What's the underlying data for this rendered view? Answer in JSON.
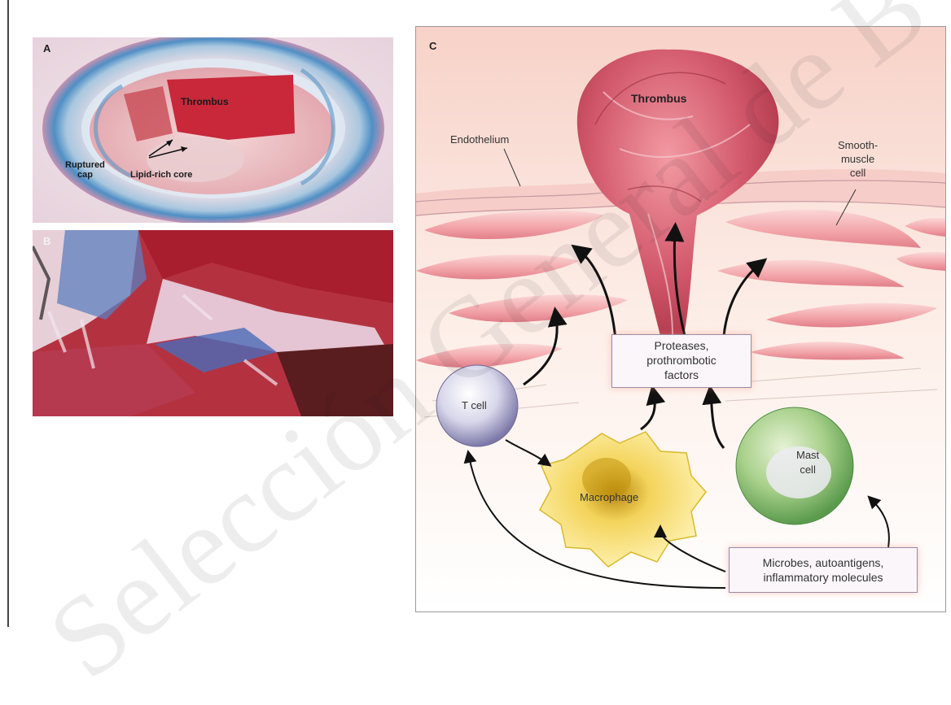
{
  "panels": {
    "a": {
      "letter": "A",
      "labels": {
        "thrombus": "Thrombus",
        "ruptured_cap": "Ruptured\ncap",
        "lipid_core": "Lipid-rich core"
      }
    },
    "b": {
      "letter": "B"
    },
    "c": {
      "letter": "C",
      "labels": {
        "thrombus": "Thrombus",
        "endothelium": "Endothelium",
        "smooth_muscle": "Smooth-\nmuscle\ncell",
        "proteases": "Proteases,\nprothrombotic\nfactors",
        "t_cell": "T cell",
        "macrophage": "Macrophage",
        "mast_cell": "Mast\ncell",
        "microbes": "Microbes, autoantigens,\ninflammatory molecules"
      }
    }
  },
  "watermark": {
    "text": "Selección General de B",
    "color": "#000000"
  },
  "colors": {
    "thrombus": "#c8283a",
    "collagen_blue": "#4a8fc4",
    "tissue_pink": "#f3c3c0",
    "box_border": "#9b8aa6"
  }
}
